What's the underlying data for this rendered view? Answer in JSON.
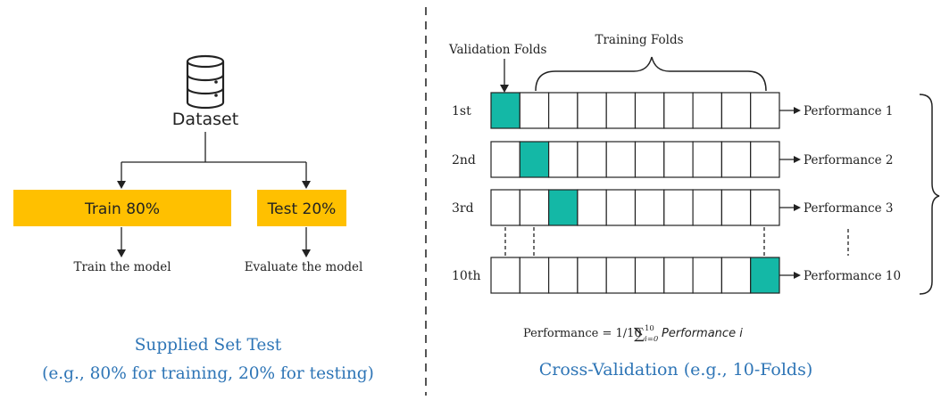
{
  "left": {
    "dataset_label": "Dataset",
    "train_box": "Train 80%",
    "test_box": "Test 20%",
    "train_caption": "Train the model",
    "test_caption": "Evaluate the model",
    "title_line1": "Supplied Set Test",
    "title_line2": "(e.g., 80% for training, 20% for testing)",
    "box_color": "#FFC000",
    "title_color": "#2E75B6"
  },
  "right": {
    "validation_label": "Validation Folds",
    "training_label": "Training Folds",
    "rows": [
      {
        "label": "1st",
        "highlight_index": 0,
        "performance": "Performance 1"
      },
      {
        "label": "2nd",
        "highlight_index": 1,
        "performance": "Performance 2"
      },
      {
        "label": "3rd",
        "highlight_index": 2,
        "performance": "Performance 3"
      },
      {
        "label": "10th",
        "highlight_index": 9,
        "performance": "Performance 10"
      }
    ],
    "folds_per_row": 10,
    "formula_prefix": "Performance = 1/10",
    "formula_sum": "∑",
    "formula_sup": "10",
    "formula_sub": "i=0",
    "formula_term": "Performance i",
    "title": "Cross-Validation (e.g., 10-Folds)",
    "highlight_color": "#14B8A6",
    "title_color": "#2E75B6"
  }
}
